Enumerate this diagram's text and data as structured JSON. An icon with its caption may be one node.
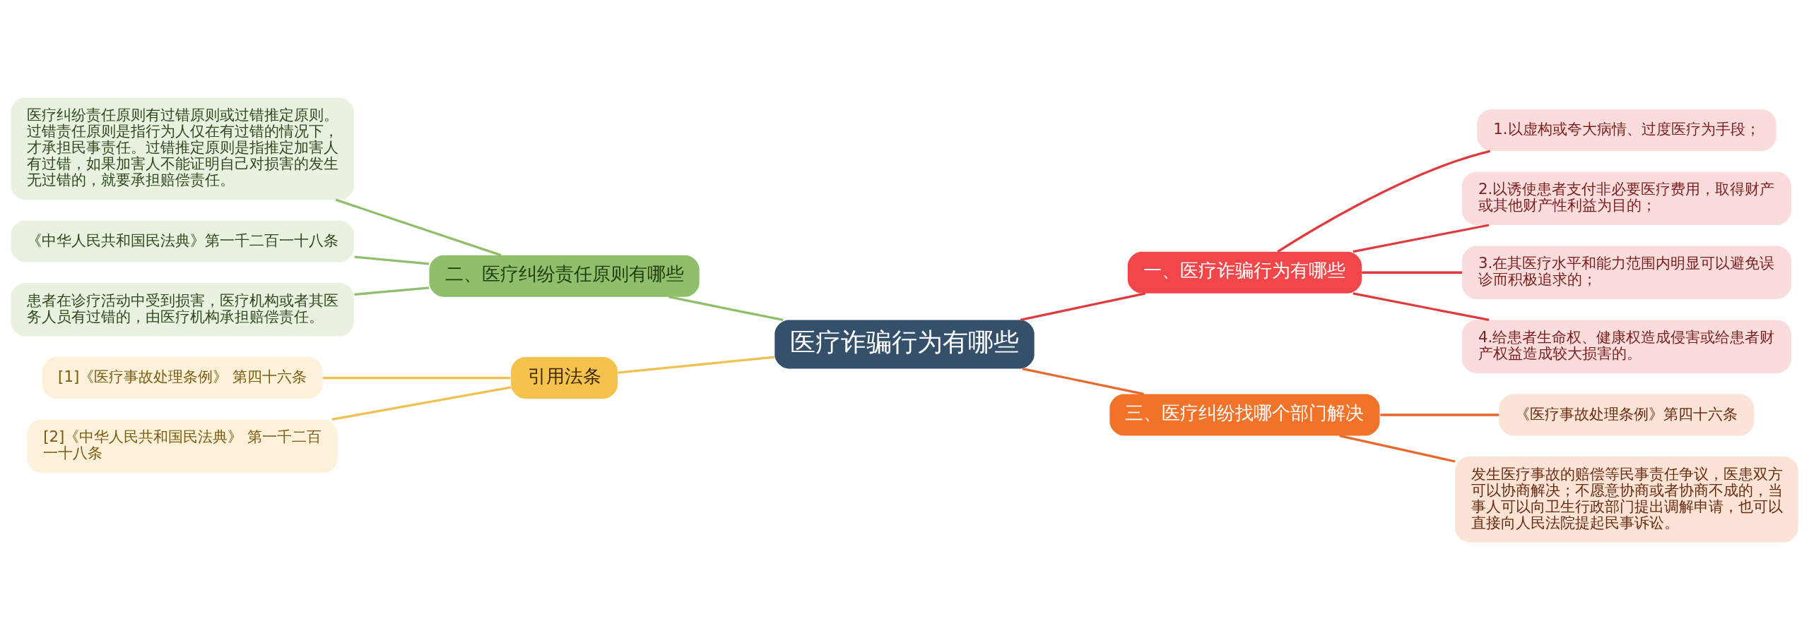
{
  "diagram": {
    "nodes": [
      {
        "text": [
          "医疗诈骗行为有哪些"
        ]
      },
      {
        "text": [
          "一、医疗诈骗行为有哪些"
        ]
      },
      {
        "text": [
          "1.以虚构或夸大病情、过度医疗为手段；"
        ]
      },
      {
        "text": [
          "2.以诱使患者支付非必要医疗费用，取得财产或其他财产性利益为目的；"
        ]
      },
      {
        "text": [
          "3.在其医疗水平和能力范围内明显可以避免误诊而积极追求的；"
        ]
      },
      {
        "text": [
          "4.给患者生命权、健康权造成侵害或给患者财产权益造成较大损害的。"
        ]
      },
      {
        "text": [
          "二、医疗纠纷责任原则有哪些"
        ]
      },
      {
        "text": [
          "医疗纠纷责任原则有过错原则或过错推定原则。过错责任原则是指行为人仅在有过错的情况下，才承担民事责任。过错推定原则是指推定加害人有过错，如果加害人不能证明自己对损害的发生无过错的，就要承担赔偿责任。"
        ]
      },
      {
        "text": [
          "《中华人民共和国民法典》第一千二百一十八条"
        ]
      },
      {
        "text": [
          "患者在诊疗活动中受到损害，医疗机构或者其医务人员有过错的，由医疗机构承担赔偿责任。"
        ]
      },
      {
        "text": [
          "三、医疗纠纷找哪个部门解决"
        ]
      },
      {
        "text": [
          "《医疗事故处理条例》第四十六条"
        ]
      },
      {
        "text": [
          "发生医疗事故的赔偿等民事责任争议，医患双方可以协商解决；不愿意协商或者协商不成的，当事人可以向卫生行政部门提出调解申请，也可以直接向人民法院提起民事诉讼。"
        ]
      },
      {
        "text": [
          "引用法条"
        ]
      },
      {
        "text": [
          "[1]《医疗事故处理条例》 第四十六条"
        ]
      },
      {
        "text": [
          "[2]《中华人民共和国民法典》 第一千二百一十八条"
        ]
      }
    ],
    "edges": [
      {
        "from": 0,
        "to": 1,
        "arrow": "none",
        "color": "#e0393e"
      },
      {
        "from": 1,
        "to": 2,
        "arrow": "none",
        "color": "#e0393e"
      },
      {
        "from": 1,
        "to": 3,
        "arrow": "none",
        "color": "#e0393e"
      },
      {
        "from": 1,
        "to": 4,
        "arrow": "none",
        "color": "#e0393e"
      },
      {
        "from": 1,
        "to": 5,
        "arrow": "none",
        "color": "#e0393e"
      },
      {
        "from": 0,
        "to": 6,
        "arrow": "none",
        "color": "#8fbf6a"
      },
      {
        "from": 6,
        "to": 7,
        "arrow": "none",
        "color": "#8fbf6a"
      },
      {
        "from": 6,
        "to": 8,
        "arrow": "none",
        "color": "#8fbf6a"
      },
      {
        "from": 6,
        "to": 9,
        "arrow": "none",
        "color": "#8fbf6a"
      },
      {
        "from": 0,
        "to": 10,
        "arrow": "none",
        "color": "#e8692a"
      },
      {
        "from": 10,
        "to": 11,
        "arrow": "none",
        "color": "#e8692a"
      },
      {
        "from": 10,
        "to": 12,
        "arrow": "none",
        "color": "#e8692a"
      },
      {
        "from": 0,
        "to": 13,
        "arrow": "none",
        "color": "#f0c050"
      },
      {
        "from": 13,
        "to": 14,
        "arrow": "none",
        "color": "#f0c050"
      },
      {
        "from": 13,
        "to": 15,
        "arrow": "none",
        "color": "#f0c050"
      }
    ]
  }
}
